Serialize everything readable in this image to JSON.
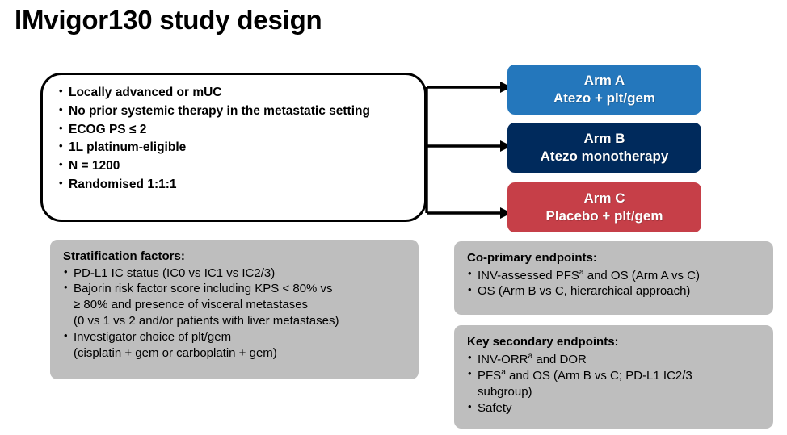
{
  "title": "IMvigor130 study design",
  "eligibility": {
    "items": [
      "Locally advanced or mUC",
      "No prior systemic therapy in the metastatic setting",
      "ECOG PS ≤ 2",
      "1L platinum-eligible",
      "N = 1200",
      "Randomised 1:1:1"
    ]
  },
  "arms": [
    {
      "name": "Arm A",
      "treatment": "Atezo + plt/gem",
      "color": "#2477bc"
    },
    {
      "name": "Arm B",
      "treatment": "Atezo monotherapy",
      "color": "#002a5c"
    },
    {
      "name": "Arm C",
      "treatment": "Placebo + plt/gem",
      "color": "#c63f48"
    }
  ],
  "stratification": {
    "heading": "Stratification factors:",
    "items": [
      "PD-L1 IC status (IC0 vs IC1 vs IC2/3)",
      "Bajorin risk factor score including KPS < 80% vs",
      "≥ 80% and presence of visceral metastases",
      "(0 vs 1 vs 2 and/or patients with liver metastases)",
      "Investigator choice of plt/gem",
      "(cisplatin + gem or carboplatin + gem)"
    ]
  },
  "coprimary": {
    "heading": "Co-primary endpoints:",
    "item1_pre": "INV-assessed PFS",
    "item1_sup": "a",
    "item1_post": " and OS (Arm A vs C)",
    "item2": "OS (Arm B vs C, hierarchical approach)"
  },
  "secondary": {
    "heading": "Key secondary endpoints:",
    "item1_pre": "INV-ORR",
    "item1_sup": "a",
    "item1_post": " and DOR",
    "item2_pre": "PFS",
    "item2_sup": "a",
    "item2_post": " and OS (Arm B vs C; PD-L1 IC2/3",
    "item2_cont": "subgroup)",
    "item3": "Safety"
  },
  "colors": {
    "panel_gray": "#bebebe",
    "outline": "#000000",
    "background": "#ffffff"
  }
}
